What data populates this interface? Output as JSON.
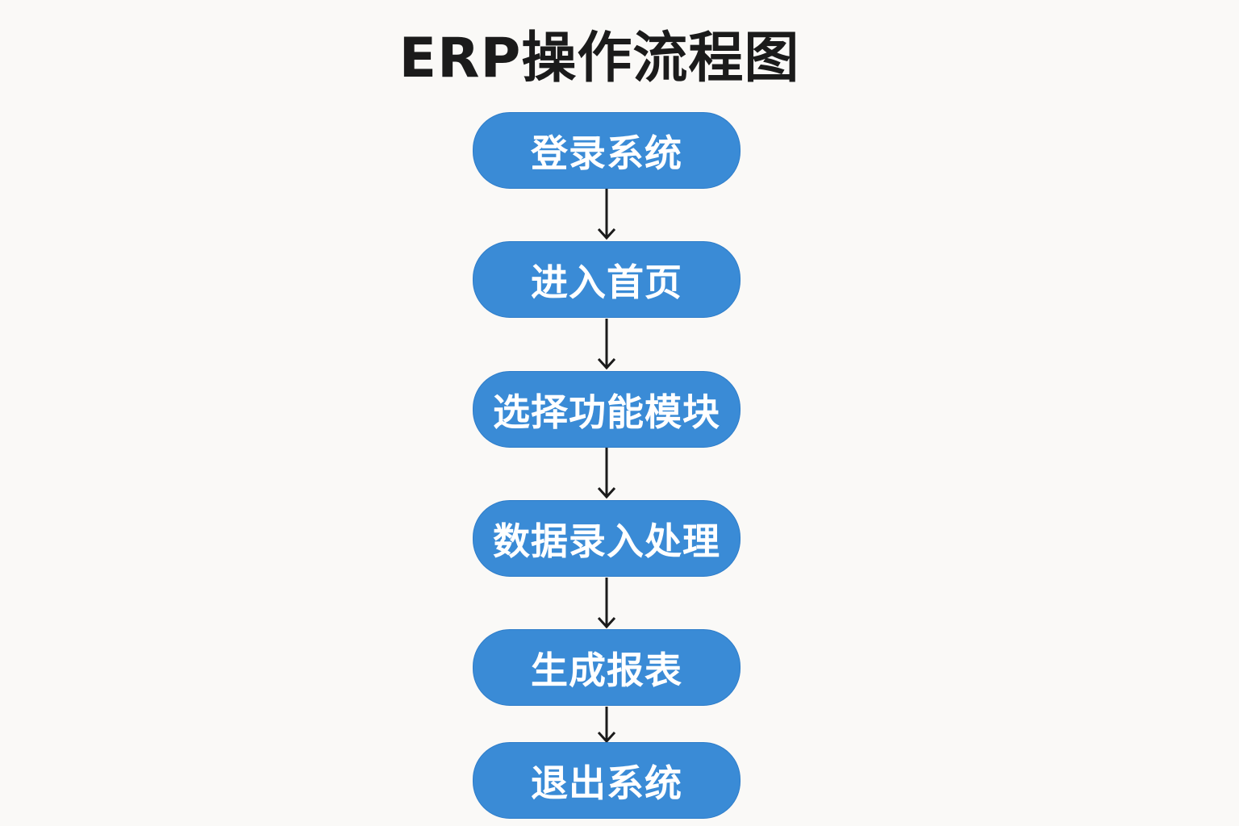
{
  "title": "ERP操作流程图",
  "steps": [
    "登录系统",
    "进入首页",
    "选择功能模块",
    "数据录入处理",
    "生成报表",
    "退出系统"
  ],
  "colors": {
    "box": "#3a8bd6",
    "arrow": "#1b1b1b",
    "background": "#faf9f7"
  }
}
